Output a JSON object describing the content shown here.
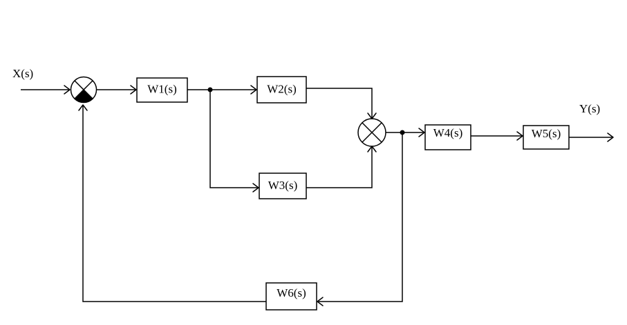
{
  "input_label": "X(s)",
  "output_label": "Y(s)",
  "blocks": {
    "w1": "W1(s)",
    "w2": "W2(s)",
    "w3": "W3(s)",
    "w4": "W4(s)",
    "w5": "W5(s)",
    "w6": "W6(s)"
  },
  "summing_junctions": [
    {
      "id": "sum-1",
      "feedback_sign": "negative"
    },
    {
      "id": "sum-2",
      "feedback_sign": "positive"
    }
  ]
}
